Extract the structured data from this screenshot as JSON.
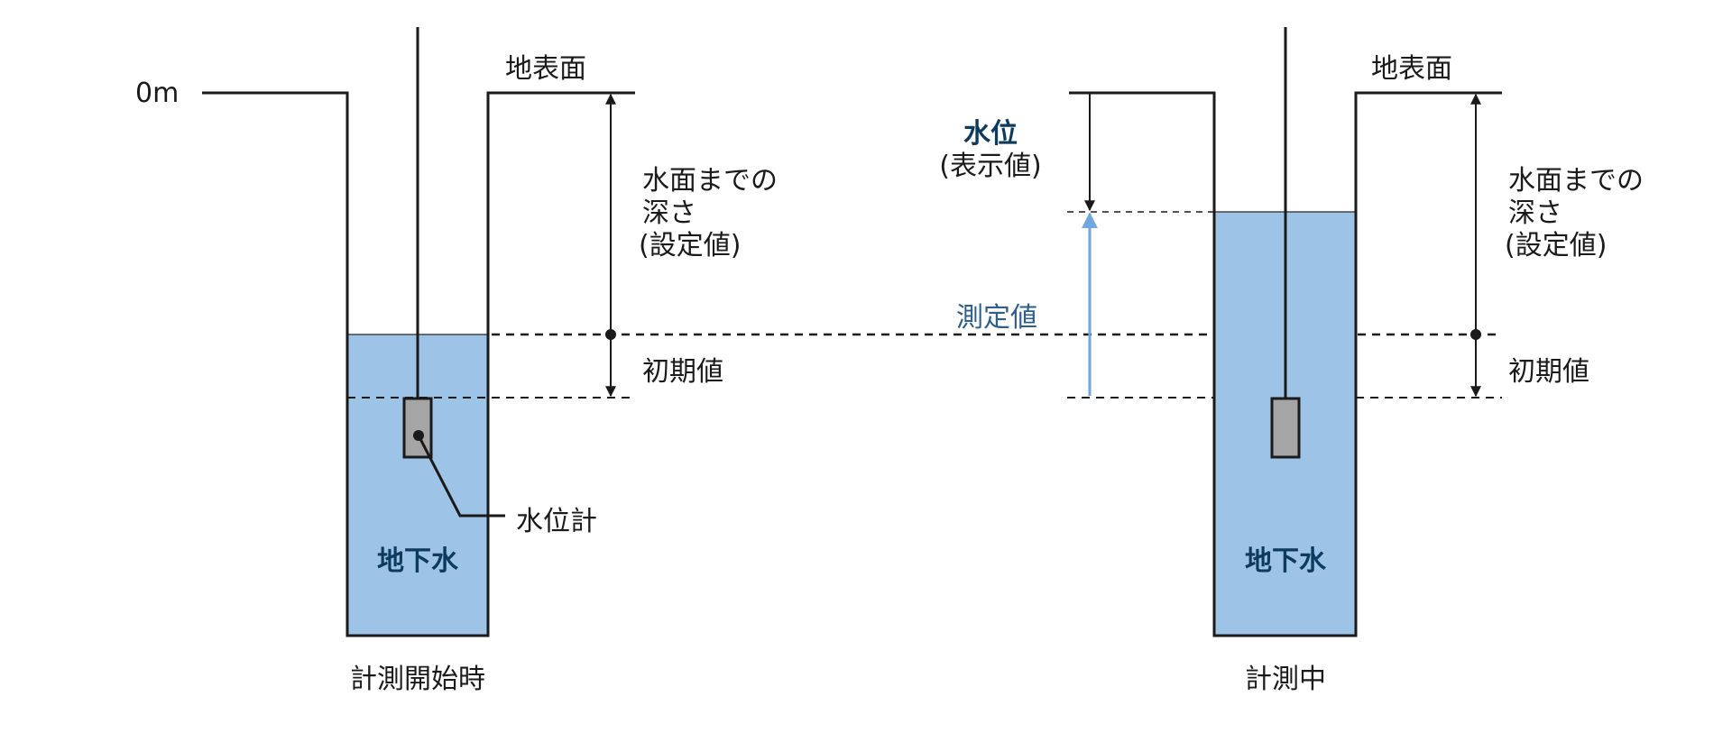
{
  "labels": {
    "zero_m": "0m",
    "ground_surface": "地表面",
    "depth_line1": "水面までの",
    "depth_line2": "深さ",
    "depth_line3": "(設定値)",
    "initial_value": "初期値",
    "water_gauge": "水位計",
    "groundwater": "地下水",
    "measure_start": "計測開始時",
    "water_level": "水位",
    "display_value": "(表示値)",
    "measured_value": "測定値",
    "measuring": "計測中"
  },
  "colors": {
    "water": "#9dc3e6",
    "sensor": "#a6a5a5",
    "line": "#1a1a1a",
    "arrow_blue": "#6fa6dc",
    "text_navy": "#0e3a5c",
    "text_blue": "#2f5f88"
  }
}
